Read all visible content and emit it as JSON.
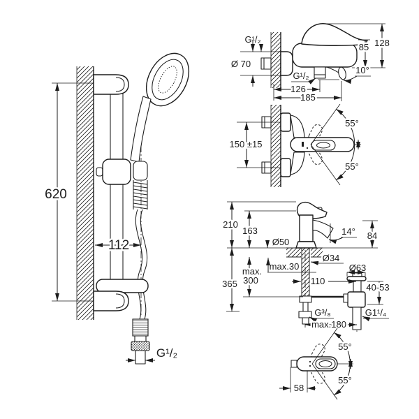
{
  "drawing": {
    "ink": "#1d1d1d",
    "background": "#ffffff"
  },
  "shower_rail_view": {
    "dim_height": "620",
    "dim_wall_to_hose": "112",
    "hose_thread": "G¹/₂"
  },
  "bath_mixer_side_view": {
    "wall_thread": "G¹/₂",
    "escutcheon_dia": "Ø 70",
    "outlet_thread": "G¹/₂",
    "outlet_depth": "126",
    "spout_depth": "185",
    "body_height": "85",
    "total_height": "128",
    "spout_angle": "10°"
  },
  "bath_mixer_front_view": {
    "center_distance": "150 ±15",
    "lever_angle_up": "55°",
    "lever_angle_down": "55°"
  },
  "basin_mixer_side_view": {
    "total_height": "210",
    "spout_height": "163",
    "base_dia": "Ø50",
    "deck_thickness_max": "max.30",
    "spout_angle": "14°",
    "spout_to_deck": "84",
    "hole_dia": "Ø34",
    "waste_dia": "Ø63",
    "hose_max_line1": "max.",
    "hose_max_line2": "300",
    "below_deck": "365",
    "rod_offset": "110",
    "waste_height_range": "40-53",
    "supply_thread": "G³/₈",
    "waste_thread": "G1¹/₄",
    "waste_distance_max": "max.180"
  },
  "basin_mixer_top_view": {
    "lever_angle_up": "55°",
    "lever_angle_down": "55°",
    "wall_offset": "58"
  }
}
